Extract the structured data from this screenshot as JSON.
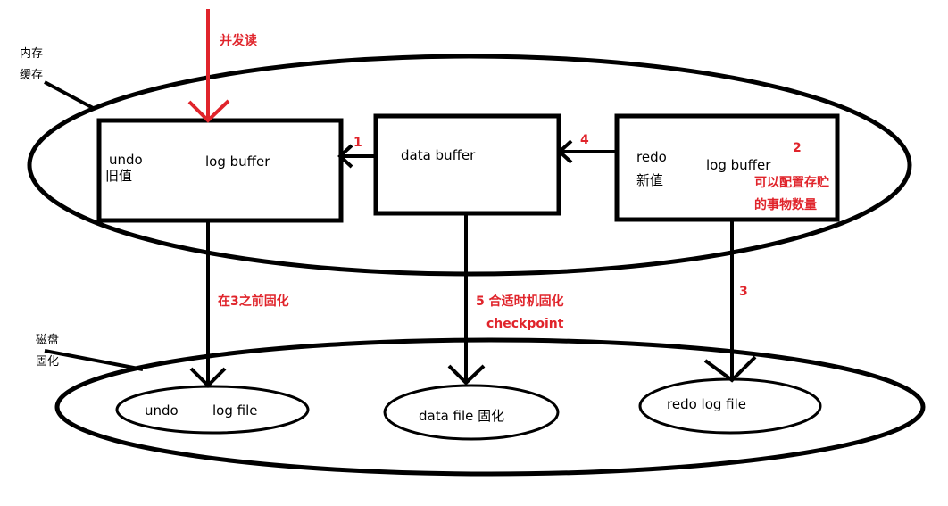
{
  "side_labels": {
    "memory_line1": "内存",
    "memory_line2": "缓存",
    "disk_line1": "磁盘",
    "disk_line2": "固化"
  },
  "buffers": {
    "undo": {
      "name": "undo",
      "old_value": "旧值",
      "title": "log buffer"
    },
    "data": {
      "title": "data buffer"
    },
    "redo": {
      "name": "redo",
      "new_value": "新值",
      "title": "log buffer"
    }
  },
  "files": {
    "undo_name": "undo",
    "undo_title": "log file",
    "data_file": "data file  固化",
    "redo_file": "redo  log file"
  },
  "annotations": {
    "concurrent_read": "并发读",
    "step1": "1",
    "step2": "2",
    "step3": "3",
    "step4": "4",
    "config_line1": "可以配置存贮",
    "config_line2": "的事物数量",
    "undo_persist": "在3之前固化",
    "step5": "5 合适时机固化",
    "checkpoint": "checkpoint"
  },
  "colors": {
    "stroke": "#000000",
    "accent": "#e0242b"
  }
}
